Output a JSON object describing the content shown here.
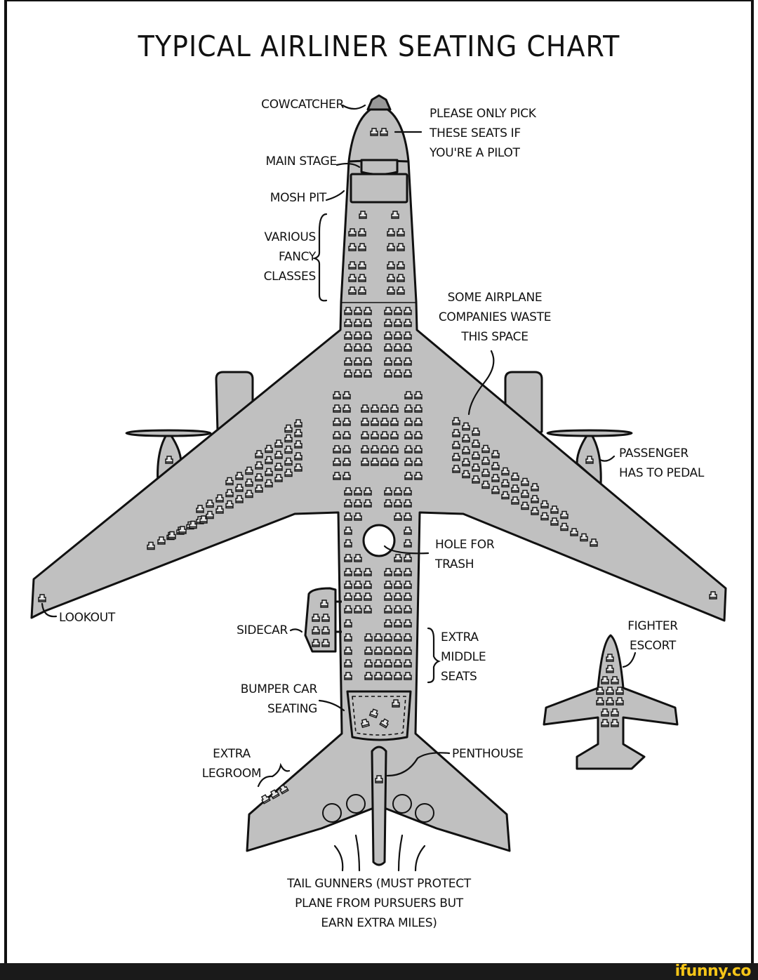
{
  "title": "TYPICAL AIRLINER SEATING CHART",
  "labels": {
    "cowcatcher": "COWCATCHER",
    "pilot_seats": "PLEASE ONLY PICK\nTHESE SEATS IF\nYOU'RE A PILOT",
    "main_stage": "MAIN STAGE",
    "mosh_pit": "MOSH PIT",
    "fancy_classes": "VARIOUS\nFANCY\nCLASSES",
    "wasted_space": "SOME AIRPLANE\nCOMPANIES WASTE\nTHIS SPACE",
    "pedal": "PASSENGER\nHAS TO PEDAL",
    "hole_for_trash": "HOLE FOR\nTRASH",
    "lookout": "LOOKOUT",
    "sidecar": "SIDECAR",
    "extra_middle_seats": "EXTRA\nMIDDLE\nSEATS",
    "fighter_escort": "FIGHTER\nESCORT",
    "bumper_car": "BUMPER CAR\nSEATING",
    "extra_legroom": "EXTRA\nLEGROOM",
    "penthouse": "PENTHOUSE",
    "tail_gunners": "TAIL GUNNERS (MUST PROTECT\nPLANE FROM PURSUERS BUT\nEARN EXTRA MILES)"
  },
  "colors": {
    "fill": "#c0c0c0",
    "stroke": "#111111",
    "seat_fill": "#e6e6e6",
    "footer_bg": "#1a1a1a",
    "brand": "#f5c518"
  },
  "footer": {
    "brand": "ifunny.co"
  }
}
